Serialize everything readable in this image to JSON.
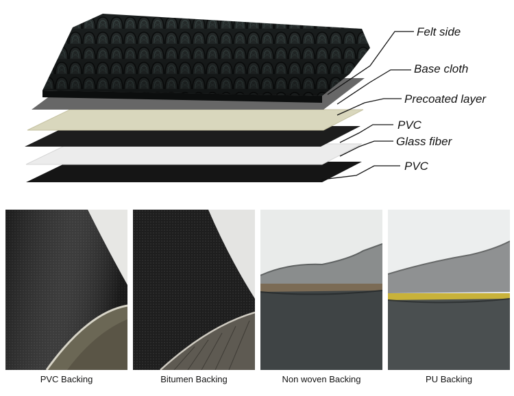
{
  "layers": [
    {
      "label": "Felt side"
    },
    {
      "label": "Base cloth"
    },
    {
      "label": "Precoated layer"
    },
    {
      "label": "PVC"
    },
    {
      "label": "Glass fiber"
    },
    {
      "label": "PVC"
    }
  ],
  "backings": [
    {
      "caption": "PVC Backing"
    },
    {
      "caption": "Bitumen Backing"
    },
    {
      "caption": "Non woven Backing"
    },
    {
      "caption": "PU Backing"
    }
  ]
}
